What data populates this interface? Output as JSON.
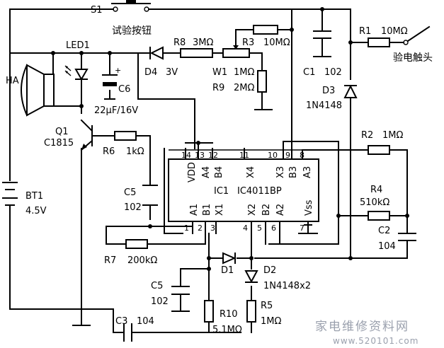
{
  "title_button": "试验按钮",
  "probe": "验电触头",
  "components": {
    "S1": "S1",
    "LED1": "LED1",
    "HA": "HA",
    "C6": "C6",
    "C6_val": "22μF/16V",
    "Q1": "Q1",
    "Q1_val": "C1815",
    "R6": "R6",
    "R6_val": "1kΩ",
    "BT1": "BT1",
    "BT1_val": "4.5V",
    "C5a": "C5",
    "C5a_val": "102",
    "R7": "R7",
    "R7_val": "200kΩ",
    "C5b": "C5",
    "C5b_val": "102",
    "C3": "C3",
    "C3_val": "104",
    "D4": "D4",
    "D4_val": "3V",
    "R8": "R8",
    "R8_val": "3MΩ",
    "R3": "R3",
    "R3_val": "10MΩ",
    "W1": "W1",
    "W1_val": "1MΩ",
    "R9": "R9",
    "R9_val": "2MΩ",
    "C1": "C1",
    "C1_val": "102",
    "R1": "R1",
    "R1_val": "10MΩ",
    "D3": "D3",
    "D3_val": "1N4148",
    "R2": "R2",
    "R2_val": "1MΩ",
    "R4": "R4",
    "R4_val": "510kΩ",
    "C2": "C2",
    "C2_val": "104",
    "D1": "D1",
    "D2": "D2",
    "D12_val": "1N4148x2",
    "R10": "R10",
    "R10_val": "5.1MΩ",
    "R5": "R5",
    "R5_val": "1MΩ"
  },
  "ic": {
    "ref": "IC1",
    "part": "IC4011BP",
    "top_pins": [
      "14",
      "13",
      "12",
      "11",
      "10",
      "9",
      "8"
    ],
    "top_labels": [
      "VDD",
      "A4",
      "B4",
      "X4",
      "X3",
      "B3",
      "A3"
    ],
    "bottom_pins": [
      "1",
      "2",
      "3",
      "4",
      "5",
      "6",
      "7"
    ],
    "bottom_labels": [
      "A1",
      "B1",
      "X1",
      "X2",
      "B2",
      "A2",
      "Vss"
    ],
    "colors": {
      "ref": "#1a9a2a",
      "part": "#1a9a2a",
      "b4": "#c0203a",
      "x4": "#1a9a2a",
      "pin13": "#1a3fc0"
    }
  },
  "watermark": {
    "cn": "家电维修资料网",
    "url": "www.520101.com"
  }
}
